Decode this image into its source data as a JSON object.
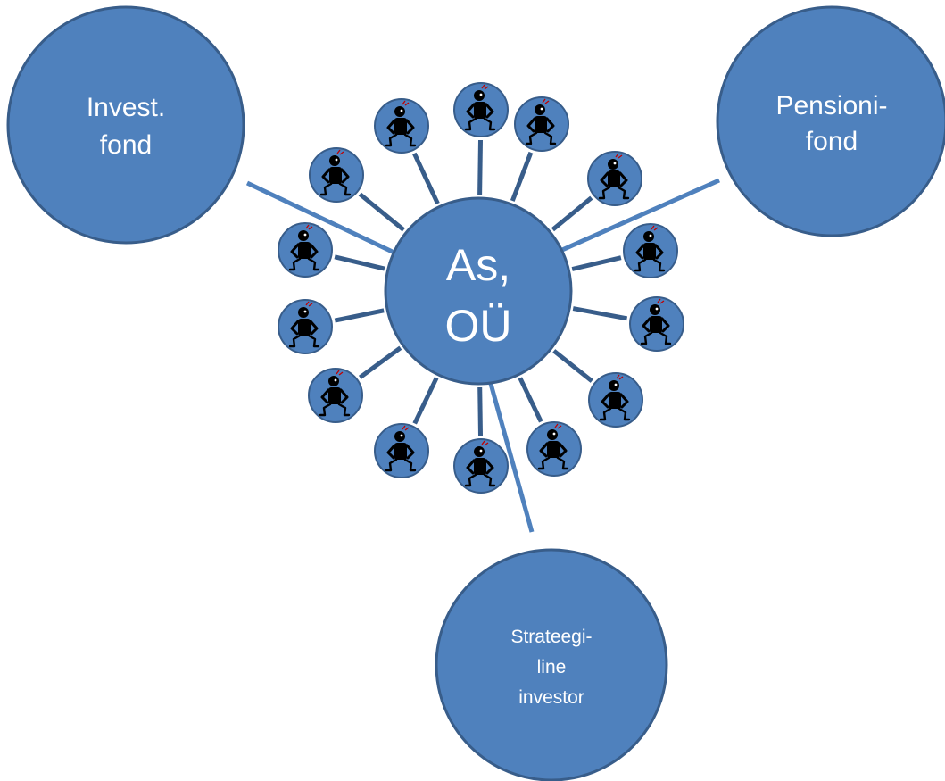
{
  "colors": {
    "fill": "#4f81bd",
    "stroke": "#385d8a",
    "connector": "#4f81bd",
    "spoke": "#385d8a",
    "figure": "#000000",
    "accent": "#c00000"
  },
  "center": {
    "lines": [
      "As,",
      "OÜ"
    ]
  },
  "investors": [
    {
      "id": "invest-fond",
      "lines": [
        "Invest.",
        "fond"
      ]
    },
    {
      "id": "pension-fond",
      "lines": [
        "Pensioni-",
        "fond"
      ]
    },
    {
      "id": "strategic-investor",
      "lines": [
        "Strateegi-",
        "line",
        "investor"
      ]
    }
  ],
  "shareholders": {
    "count": 14,
    "icon": "person-icon"
  }
}
